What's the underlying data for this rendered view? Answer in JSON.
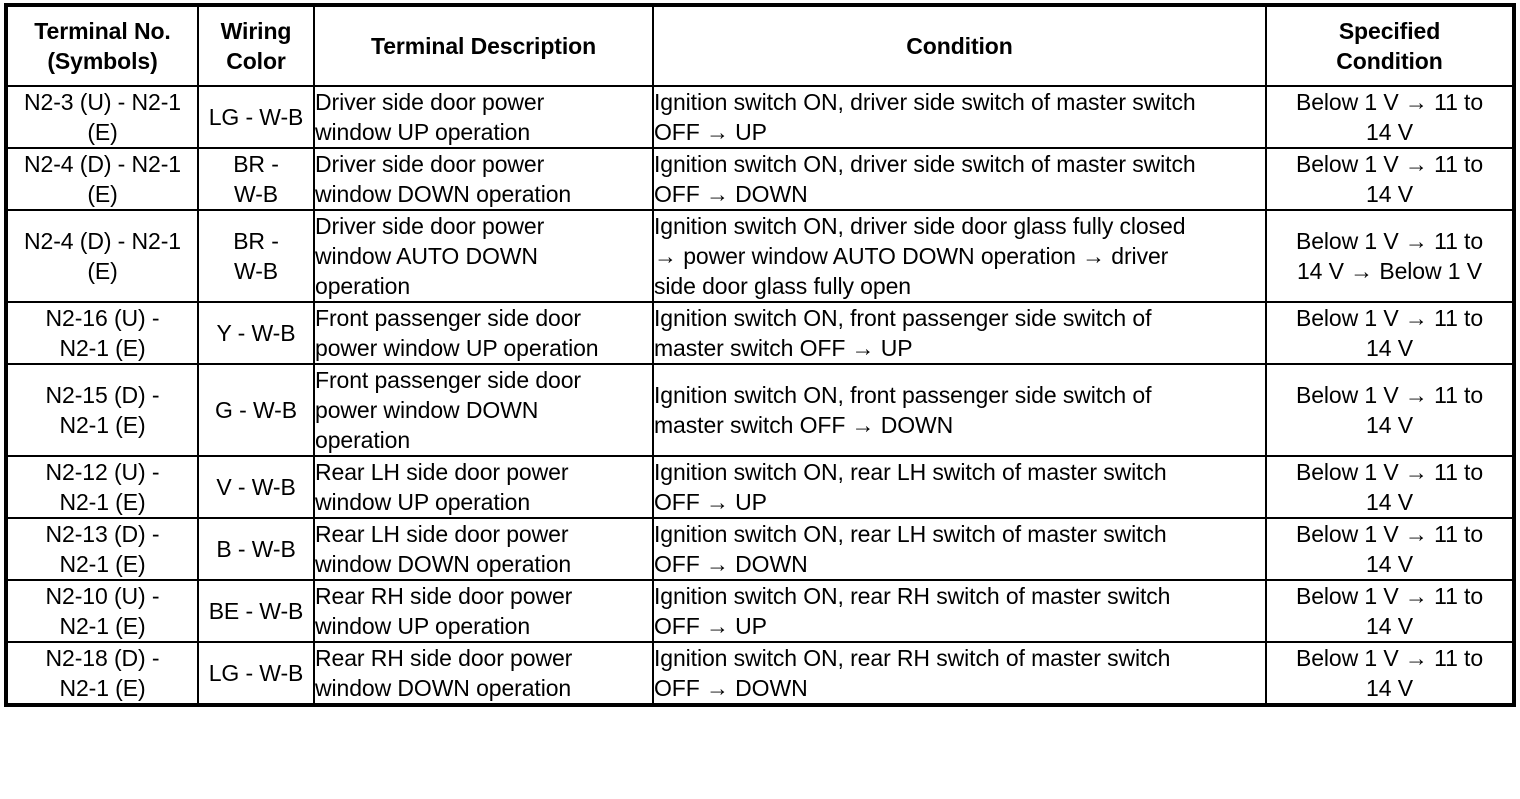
{
  "table": {
    "headers": [
      {
        "name": "terminal-no",
        "line1": "Terminal No.",
        "line2": "(Symbols)"
      },
      {
        "name": "wiring-color",
        "line1": "Wiring",
        "line2": "Color"
      },
      {
        "name": "terminal-description",
        "line1": "Terminal Description",
        "line2": ""
      },
      {
        "name": "condition",
        "line1": "Condition",
        "line2": ""
      },
      {
        "name": "specified-condition",
        "line1": "Specified",
        "line2": "Condition"
      }
    ],
    "rows": [
      {
        "terminal_l1": "N2-3 (U) - N2-1",
        "terminal_l2": "(E)",
        "wiring_l1": "LG - W-B",
        "wiring_l2": "",
        "desc_l1": "Driver side door power",
        "desc_l2": "window UP operation",
        "desc_l3": "",
        "cond_l1": "Ignition switch ON, driver side switch of master switch",
        "cond_l2": "OFF → UP",
        "cond_l3": "",
        "spec_l1": "Below 1 V → 11 to",
        "spec_l2": "14 V"
      },
      {
        "terminal_l1": "N2-4 (D) - N2-1",
        "terminal_l2": "(E)",
        "wiring_l1": "BR -",
        "wiring_l2": "W-B",
        "desc_l1": "Driver side door power",
        "desc_l2": "window DOWN operation",
        "desc_l3": "",
        "cond_l1": "Ignition switch ON, driver side switch of master switch",
        "cond_l2": "OFF → DOWN",
        "cond_l3": "",
        "spec_l1": "Below 1 V → 11 to",
        "spec_l2": "14 V"
      },
      {
        "terminal_l1": "N2-4 (D) - N2-1",
        "terminal_l2": "(E)",
        "wiring_l1": "BR -",
        "wiring_l2": "W-B",
        "desc_l1": "Driver side door power",
        "desc_l2": "window AUTO DOWN",
        "desc_l3": "operation",
        "cond_l1": "Ignition switch ON, driver side door glass fully closed",
        "cond_l2": "→ power window AUTO DOWN operation → driver",
        "cond_l3": "side door glass fully open",
        "spec_l1": "Below 1 V → 11 to",
        "spec_l2": "14 V → Below 1 V"
      },
      {
        "terminal_l1": "N2-16 (U) -",
        "terminal_l2": "N2-1 (E)",
        "wiring_l1": "Y - W-B",
        "wiring_l2": "",
        "desc_l1": "Front passenger side door",
        "desc_l2": "power window UP operation",
        "desc_l3": "",
        "cond_l1": "Ignition switch ON, front passenger side switch of",
        "cond_l2": "master switch OFF → UP",
        "cond_l3": "",
        "spec_l1": "Below 1 V → 11 to",
        "spec_l2": "14 V"
      },
      {
        "terminal_l1": "N2-15 (D) -",
        "terminal_l2": "N2-1 (E)",
        "wiring_l1": "G - W-B",
        "wiring_l2": "",
        "desc_l1": "Front passenger side door",
        "desc_l2": "power window DOWN",
        "desc_l3": "operation",
        "cond_l1": "Ignition switch ON, front passenger side switch of",
        "cond_l2": "master switch OFF → DOWN",
        "cond_l3": "",
        "spec_l1": "Below 1 V → 11 to",
        "spec_l2": "14 V"
      },
      {
        "terminal_l1": "N2-12 (U) -",
        "terminal_l2": "N2-1 (E)",
        "wiring_l1": "V - W-B",
        "wiring_l2": "",
        "desc_l1": "Rear LH side door power",
        "desc_l2": "window UP operation",
        "desc_l3": "",
        "cond_l1": "Ignition switch ON, rear LH switch of master switch",
        "cond_l2": "OFF → UP",
        "cond_l3": "",
        "spec_l1": "Below 1 V → 11 to",
        "spec_l2": "14 V"
      },
      {
        "terminal_l1": "N2-13 (D) -",
        "terminal_l2": "N2-1 (E)",
        "wiring_l1": "B - W-B",
        "wiring_l2": "",
        "desc_l1": "Rear LH side door power",
        "desc_l2": "window DOWN operation",
        "desc_l3": "",
        "cond_l1": "Ignition switch ON, rear LH switch of master switch",
        "cond_l2": "OFF → DOWN",
        "cond_l3": "",
        "spec_l1": "Below 1 V → 11 to",
        "spec_l2": "14 V"
      },
      {
        "terminal_l1": "N2-10 (U) -",
        "terminal_l2": "N2-1 (E)",
        "wiring_l1": "BE - W-B",
        "wiring_l2": "",
        "desc_l1": "Rear RH side door power",
        "desc_l2": "window UP operation",
        "desc_l3": "",
        "cond_l1": "Ignition switch ON, rear RH switch of master switch",
        "cond_l2": "OFF → UP",
        "cond_l3": "",
        "spec_l1": "Below 1 V → 11 to",
        "spec_l2": "14 V"
      },
      {
        "terminal_l1": "N2-18 (D) -",
        "terminal_l2": "N2-1 (E)",
        "wiring_l1": "LG - W-B",
        "wiring_l2": "",
        "desc_l1": "Rear RH side door power",
        "desc_l2": "window DOWN operation",
        "desc_l3": "",
        "cond_l1": "Ignition switch ON, rear RH switch of master switch",
        "cond_l2": "OFF → DOWN",
        "cond_l3": "",
        "spec_l1": "Below 1 V → 11 to",
        "spec_l2": "14 V"
      }
    ]
  }
}
